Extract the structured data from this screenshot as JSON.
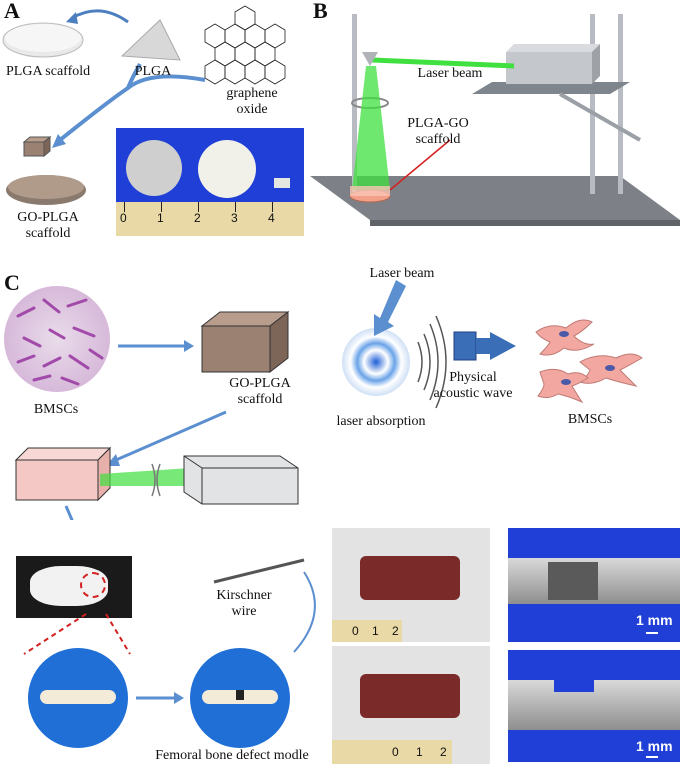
{
  "panels": {
    "a": "A",
    "b": "B",
    "c": "C"
  },
  "panel_a": {
    "plga_scaffold": "PLGA scaffold",
    "plga": "PLGA",
    "graphene_oxide": "graphene\noxide",
    "go_plga_scaffold": "GO-PLGA\nscaffold",
    "ruler_numbers": [
      "0",
      "1",
      "2",
      "3",
      "4"
    ]
  },
  "panel_b": {
    "laser_beam": "Laser beam",
    "plga_go_scaffold": "PLGA-GO\nscaffold"
  },
  "panel_c": {
    "bmscs_left": "BMSCs",
    "go_plga_scaffold": "GO-PLGA\nscaffold",
    "laser_beam": "Laser beam",
    "laser_absorption": "laser absorption",
    "physical_acoustic_wave": "Physical\nacoustic wave",
    "bmscs_right": "BMSCs",
    "kirschner_wire": "Kirschner\nwire",
    "femoral_model": "Femoral bone defect modle",
    "scale_bar_top": "1 mm",
    "scale_bar_bottom": "1 mm",
    "ruler_numbers_top": [
      "0",
      "1",
      "2"
    ],
    "ruler_numbers_bottom": [
      "0",
      "1",
      "2"
    ]
  },
  "colors": {
    "laser_green": "#3fe03f",
    "arrow_blue": "#5b8fd0",
    "photo_blue": "#1f3fd6",
    "cell_pink": "#f2a7a0"
  }
}
